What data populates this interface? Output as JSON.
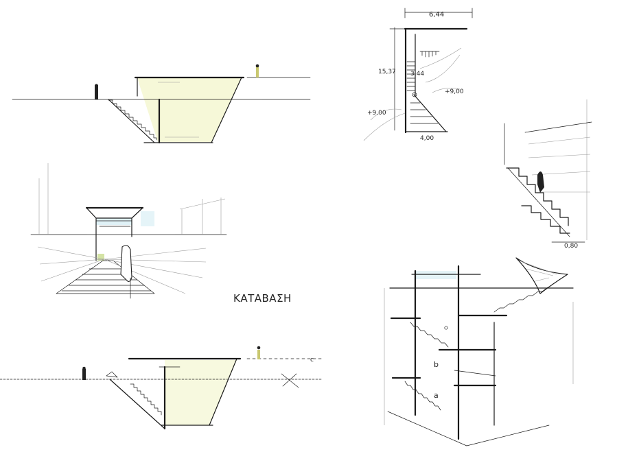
{
  "title": "ΚΑΤΑΒΑΣΗ",
  "colors": {
    "ink": "#1a1a1a",
    "yellow_wash": "#eef2b8",
    "blue_wash": "#d3ecf3"
  },
  "dimensions": {
    "top_width": "6,44",
    "height_total": "15,37",
    "inner_height": "3,44",
    "level_right": "+9,00",
    "level_left": "+9,00",
    "base_width": "4,00",
    "stair_width": "0,80"
  },
  "labels": {
    "a": "a",
    "b": "b",
    "c": "c"
  }
}
